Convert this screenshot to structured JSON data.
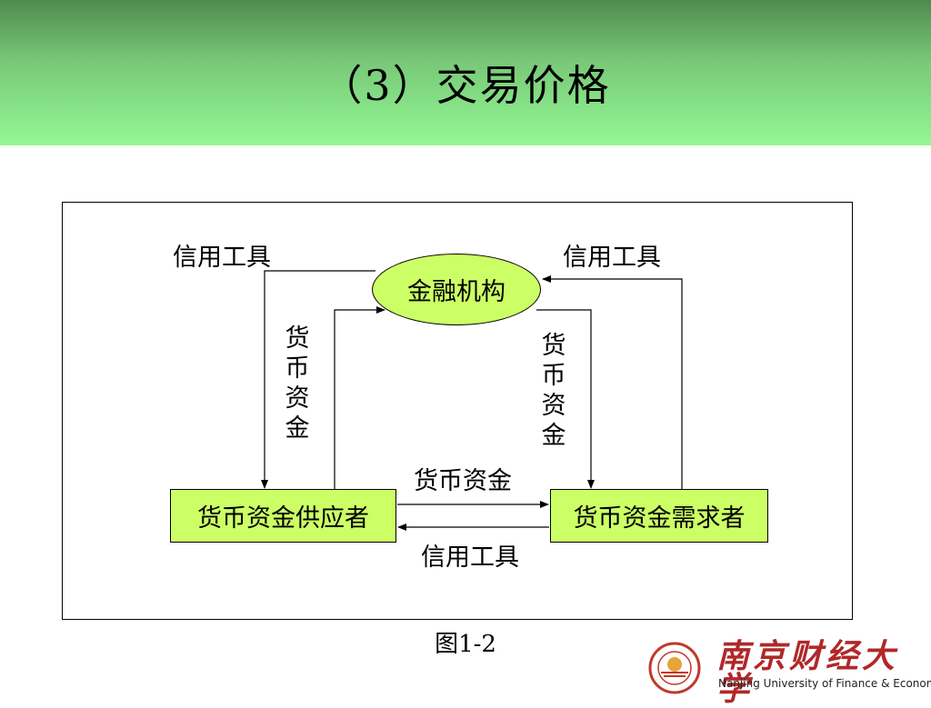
{
  "slide": {
    "title": "（3）交易价格"
  },
  "diagram": {
    "institution": "金融机构",
    "supplier": "货币资金供应者",
    "demander": "货币资金需求者",
    "label_credit_top_left": "信用工具",
    "label_credit_top_right": "信用工具",
    "label_funds_left": "货币资金",
    "label_funds_right": "货币资金",
    "label_funds_middle": "货币资金",
    "label_credit_bottom": "信用工具"
  },
  "caption": "图1-2",
  "logo": {
    "name_cn": "南京财经大学",
    "name_en": "Nanjing University of Finance & Economics"
  }
}
